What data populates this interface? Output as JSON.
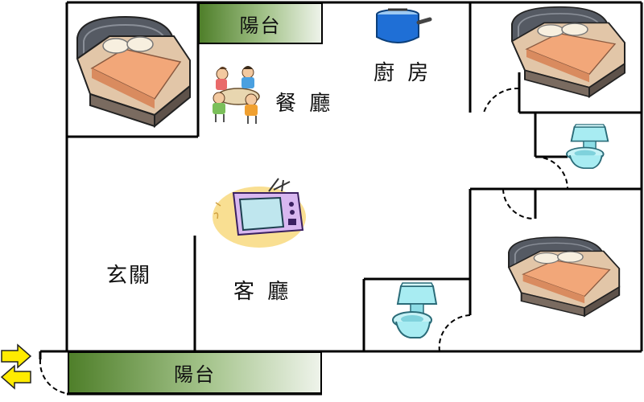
{
  "rooms": {
    "kitchen": "廚 房",
    "dining": "餐 廳",
    "entrance": "玄關",
    "living": "客 廳"
  },
  "balcony_top": "陽台",
  "balcony_bottom": "陽台",
  "colors": {
    "wall": "#000000",
    "balcony_dark": "#4f7f2a",
    "balcony_light": "#eef3ea",
    "entry_arrow": "#ffeb00"
  },
  "icons": [
    "bed-icon",
    "pot-icon",
    "dining-family-icon",
    "tv-icon",
    "toilet-icon",
    "entry-arrow-icon"
  ]
}
